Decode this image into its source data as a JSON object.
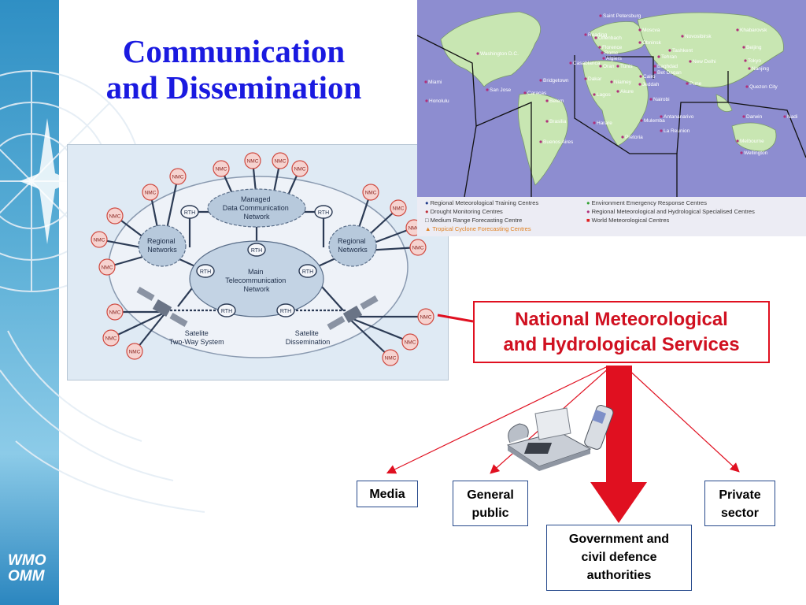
{
  "title": {
    "line1": "Communication",
    "line2": "and Dissemination"
  },
  "logo": {
    "line1": "WMO",
    "line2": "OMM"
  },
  "network_diagram": {
    "managed": [
      "Managed",
      "Data Communication",
      "Network"
    ],
    "main": [
      "Main",
      "Telecommunication",
      "Network"
    ],
    "regional": [
      "Regional",
      "Networks"
    ],
    "sat_two_way": [
      "Satelite",
      "Two-Way System"
    ],
    "sat_dissemination": [
      "Satelite",
      "Dissemination"
    ],
    "rth": "RTH",
    "nmc": "NMC"
  },
  "map": {
    "cities": [
      "Saint Petersburg",
      "Moscva",
      "Reading",
      "Offenbach",
      "Novosibirsk",
      "Obninsk",
      "Khabarovsk",
      "Washington D.C.",
      "Florence",
      "Tashkent",
      "Beijing",
      "Rome",
      "Tehran",
      "New Delhi",
      "Casablanca",
      "Algiers",
      "Baghdad",
      "Bet Dagan",
      "Oran",
      "Tunis",
      "Cairo",
      "Miami",
      "Jeddah",
      "Nanjing",
      "Tokyo",
      "Honolulu",
      "Bridgetown",
      "Dakar",
      "Niamey",
      "Pune",
      "San Jose",
      "Caracas",
      "Lagos",
      "Akure",
      "Quezon City",
      "Belem",
      "Nairobi",
      "Mulemba",
      "Brasilia",
      "Antananarivo",
      "Darwin",
      "Harare",
      "La Reunion",
      "Nadi",
      "Pretoria",
      "Melbourne",
      "Buenos Aires",
      "Wellington"
    ],
    "legend": [
      {
        "label": "Regional Meteorological Training Centres",
        "color": "#1f3a8a",
        "symbol": "●"
      },
      {
        "label": "Drought Monitoring Centres",
        "color": "#c0303a",
        "symbol": "●"
      },
      {
        "label": "Medium Range Forecasting Centre",
        "color": "#333333",
        "symbol": "□"
      },
      {
        "label": "Tropical Cyclone Forecasting Centres",
        "color": "#e08020",
        "symbol": "▲"
      },
      {
        "label": "Environment Emergency Response Centres",
        "color": "#30a030",
        "symbol": "●"
      },
      {
        "label": "Regional Meteorological and Hydrological Specialised Centres",
        "color": "#b0307a",
        "symbol": "●"
      },
      {
        "label": "World Meteorological Centres",
        "color": "#e02020",
        "symbol": "■"
      }
    ]
  },
  "nmhs": {
    "line1": "National Meteorological",
    "line2": "and Hydrological Services"
  },
  "targets": {
    "media": "Media",
    "general_public": {
      "line1": "General",
      "line2": "public"
    },
    "government": {
      "line1": "Government and",
      "line2": "civil defence",
      "line3": "authorities"
    },
    "private_sector": {
      "line1": "Private",
      "line2": "sector"
    }
  },
  "colors": {
    "title": "#1a1ae0",
    "accent_red": "#e01020",
    "sidebar": "#3a95c8",
    "box_border": "#274a8c"
  }
}
